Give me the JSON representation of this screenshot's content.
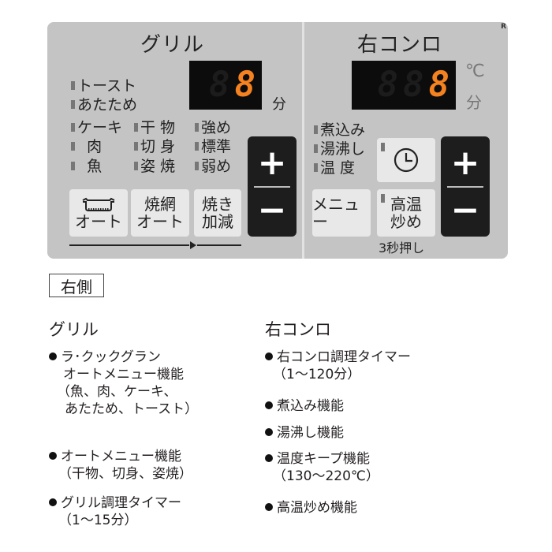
{
  "panel": {
    "r_mark": "R",
    "grill": {
      "title": "グリル",
      "display": {
        "digits": [
          "8",
          "8"
        ],
        "active_index": 1,
        "unit": "分"
      },
      "menu_labels": [
        {
          "label": "トースト"
        },
        {
          "label": "あたため"
        },
        {
          "label": "ケーキ"
        },
        {
          "label": "肉"
        },
        {
          "label": "魚"
        },
        {
          "label": "干 物"
        },
        {
          "label": "切 身"
        },
        {
          "label": "姿 焼"
        },
        {
          "label": "強め"
        },
        {
          "label": "標準"
        },
        {
          "label": "弱め"
        }
      ],
      "buttons": {
        "auto_icon": "grill-pan-icon",
        "auto_label": "オート",
        "yakiami_line1": "焼網",
        "yakiami_line2": "オート",
        "kagen_line1": "焼き",
        "kagen_line2": "加減"
      },
      "plus": "+",
      "minus": "−"
    },
    "right_burner": {
      "title": "右コンロ",
      "display": {
        "digits": [
          "8",
          "8",
          "8"
        ],
        "active_index": 2,
        "unit_temp": "℃",
        "unit_min": "分"
      },
      "menu_labels": [
        {
          "label": "煮込み"
        },
        {
          "label": "湯沸し"
        },
        {
          "label": "温 度"
        }
      ],
      "buttons": {
        "timer_icon": "clock-icon",
        "menu_label": "メニュー",
        "high_temp_line1": "高温",
        "high_temp_line2": "炒め",
        "hold_note": "3秒押し"
      },
      "plus": "+",
      "minus": "−"
    }
  },
  "legend": {
    "side_tag": "右側",
    "grill": {
      "title": "グリル",
      "features": [
        {
          "lines": [
            "ラ･クックグラン",
            "オートメニュー機能",
            "（魚、肉、ケーキ、",
            "あたため、トースト）"
          ]
        },
        {
          "lines": [
            "オートメニュー機能",
            "（干物、切身、姿焼）"
          ]
        },
        {
          "lines": [
            "グリル調理タイマー",
            "（1～15分）"
          ]
        }
      ]
    },
    "right_burner": {
      "title": "右コンロ",
      "features": [
        {
          "lines": [
            "右コンロ調理タイマー",
            "（1～120分）"
          ]
        },
        {
          "lines": [
            "煮込み機能"
          ]
        },
        {
          "lines": [
            "湯沸し機能"
          ]
        },
        {
          "lines": [
            "温度キープ機能",
            "（130～220℃）"
          ]
        },
        {
          "lines": [
            "高温炒め機能"
          ]
        }
      ]
    }
  },
  "colors": {
    "panel_bg": "#c4c4c4",
    "display_bg": "#0c0c0c",
    "digit_on": "#f58220",
    "button_bg": "#e8e8e8",
    "pm_bg": "#1d1d1d"
  }
}
